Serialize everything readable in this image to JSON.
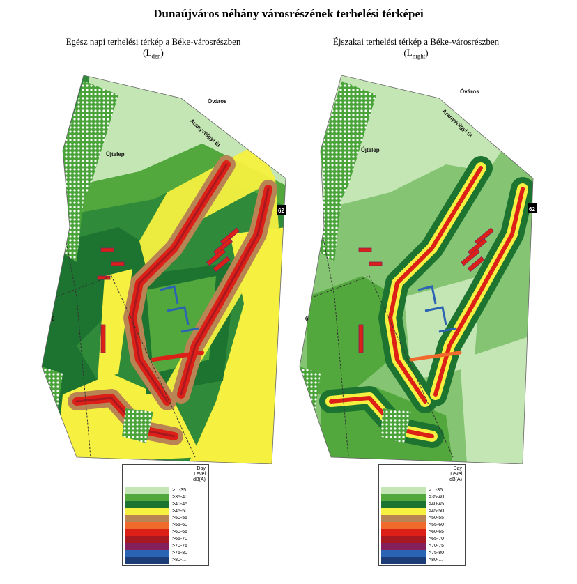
{
  "title": "Dunaújváros néhány városrészének terhelési térképei",
  "left": {
    "subtitle": "Egész napi terhelési térkép a Béke-városrészben",
    "symbol": "L",
    "symbol_sub": "den"
  },
  "right": {
    "subtitle": "Éjszakai terhelési térkép a Béke-városrészben",
    "symbol": "L",
    "symbol_sub": "night"
  },
  "map_labels": {
    "ovaros": "Óváros",
    "ujtelep": "Újtelep",
    "road_name": "Aranyvölgyi út",
    "road_number_6": "6",
    "road_number_62": "62"
  },
  "legend": {
    "header": [
      "Day",
      "Level",
      "dB(A)"
    ],
    "levels": [
      {
        "label": ">...-35",
        "color": "#c4e6b4"
      },
      {
        "label": ">35-40",
        "color": "#52a83c"
      },
      {
        "label": ">40-45",
        "color": "#1c7430"
      },
      {
        "label": ">45-50",
        "color": "#f6f040"
      },
      {
        "label": ">50-55",
        "color": "#b88454"
      },
      {
        "label": ">55-60",
        "color": "#f06a2c"
      },
      {
        "label": ">60-65",
        "color": "#dc2018"
      },
      {
        "label": ">65-70",
        "color": "#a81820"
      },
      {
        "label": ">70-75",
        "color": "#84205c"
      },
      {
        "label": ">75-80",
        "color": "#2c64b4"
      },
      {
        "label": ">80-...",
        "color": "#1c3c78"
      }
    ]
  }
}
